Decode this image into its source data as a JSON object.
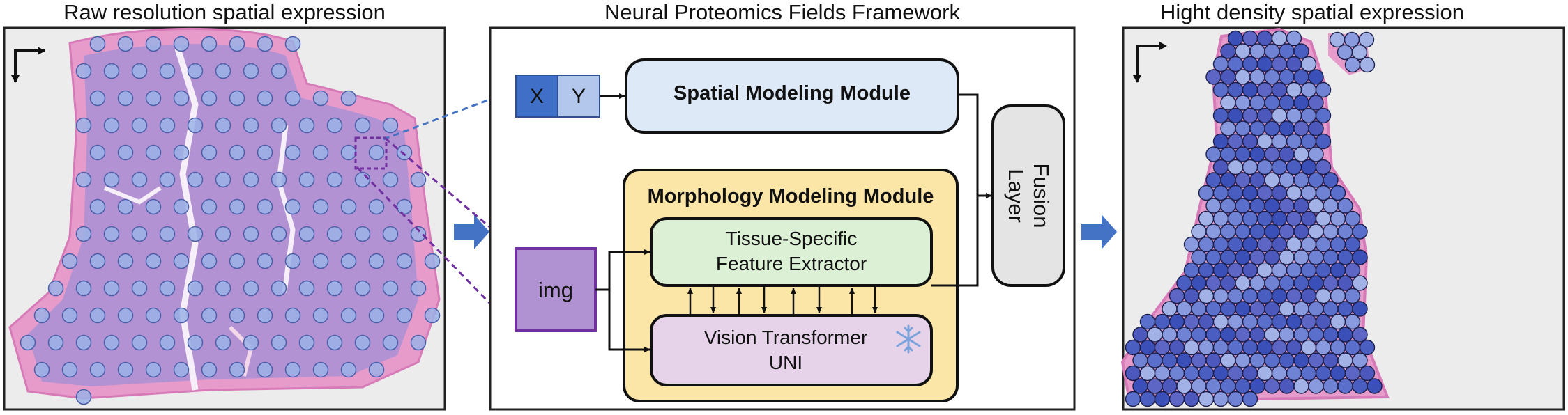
{
  "panels": {
    "left_title": "Raw resolution spatial expression",
    "middle_title": "Neural Proteomics Fields Framework",
    "right_title": "Hight density spatial expression"
  },
  "inputs": {
    "x_label": "X",
    "y_label": "Y",
    "img_label": "img"
  },
  "modules": {
    "spatial": "Spatial Modeling Module",
    "morphology": "Morphology Modeling Module",
    "tissue_line1": "Tissue-Specific",
    "tissue_line2": "Feature Extractor",
    "vit_line1": "Vision Transformer",
    "vit_line2": "UNI",
    "fusion_line1": "Fusion",
    "fusion_line2": "Layer"
  },
  "icons": {
    "frozen": "snowflake-icon",
    "axes": "axis-arrows-icon",
    "flow": "right-arrow-icon"
  },
  "colors": {
    "tissue_pink": "#e38fc4",
    "tissue_purple": "#a48ed6",
    "spot_low": "#9aaee6",
    "spot_high": "#3b4fb8",
    "spatial_box": "#dde9f6",
    "morph_box": "#fbe6a8",
    "tissue_box": "#dcf0d6",
    "vit_box": "#e6d3ea",
    "fusion_box": "#e4e4e4",
    "x_box": "#3f6fc6",
    "y_box": "#b3c7ec",
    "img_box": "#b091d2",
    "flow_arrow": "#4472c4",
    "dashed_blue": "#4472c4",
    "dashed_purple": "#7030a0"
  }
}
